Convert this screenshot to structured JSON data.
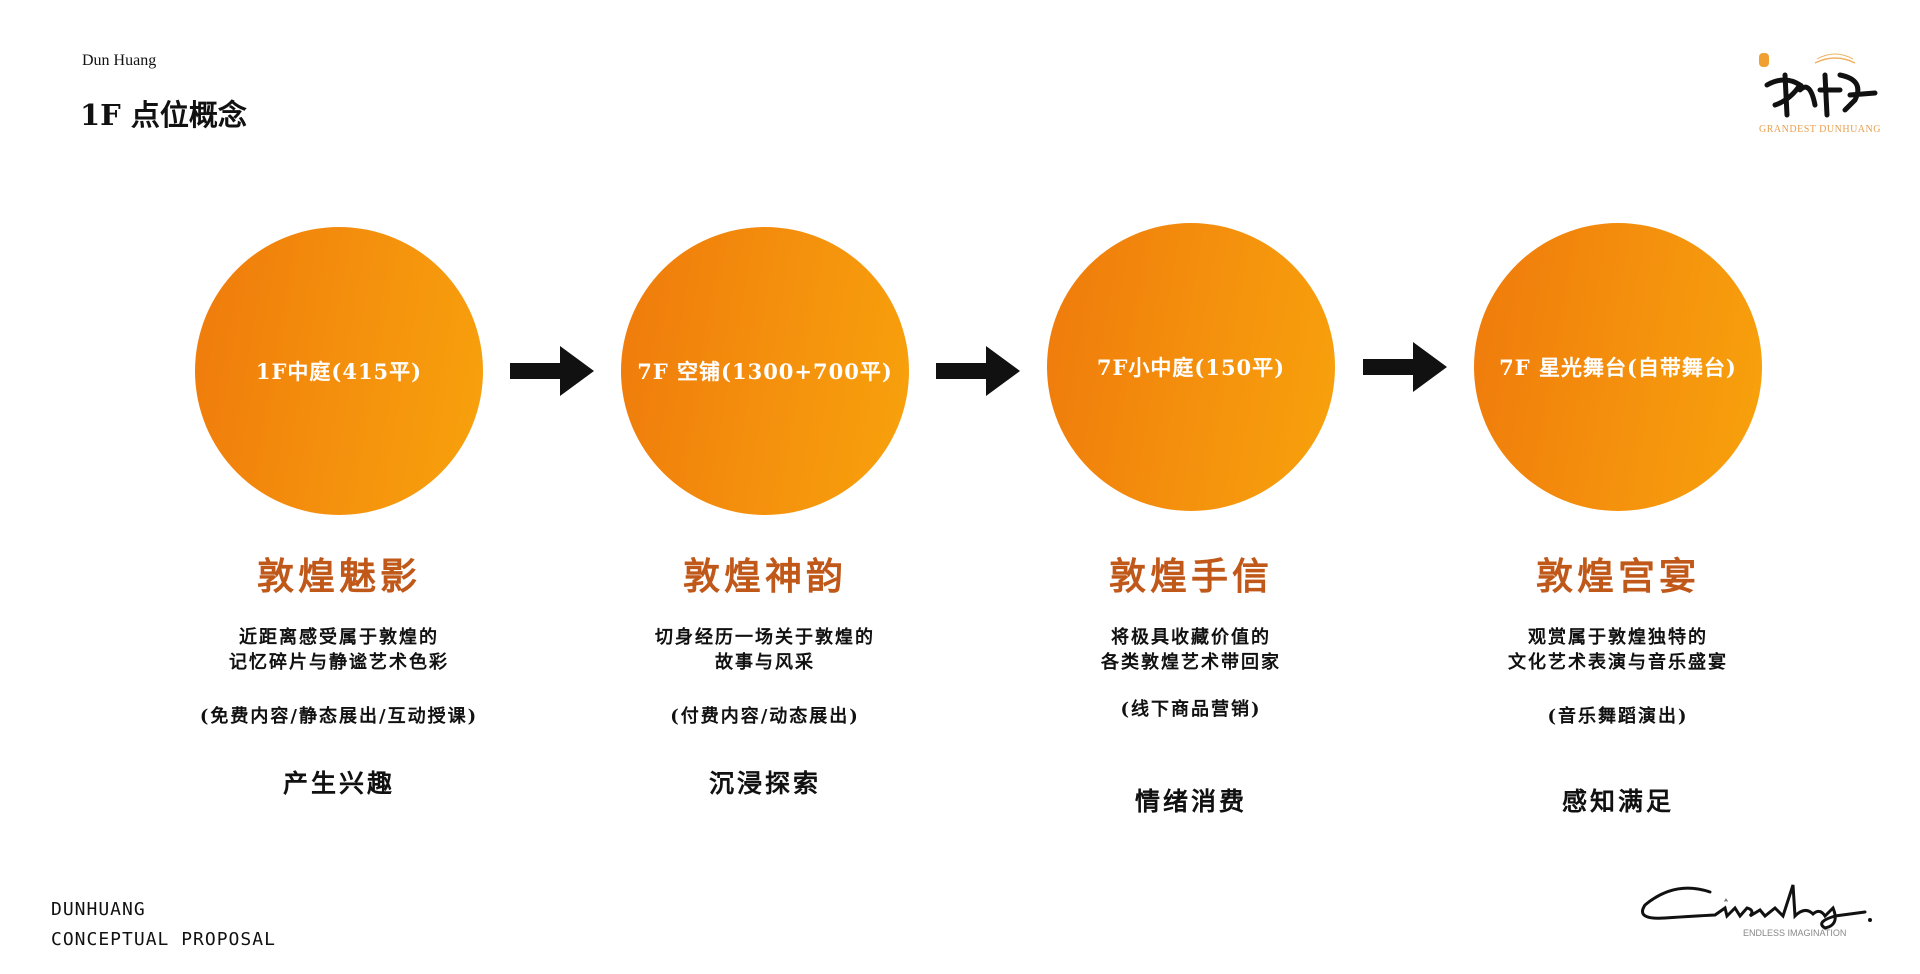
{
  "header": {
    "brand": "Dun Huang",
    "title": "1F 点位概念"
  },
  "logo_top": {
    "text": "敦煌",
    "tagline": "GRANDEST DUNHUANG"
  },
  "logo_bottom": {
    "text": "Cinerloy.",
    "tagline": "ENDLESS IMAGINATION"
  },
  "footer": {
    "line1": "DUNHUANG",
    "line2": "CONCEPTUAL PROPOSAL"
  },
  "stages": [
    {
      "circle": "1F中庭(415平)",
      "title": "敦煌魅影",
      "desc1": "近距离感受属于敦煌的",
      "desc2": "记忆碎片与静谧艺术色彩",
      "paren": "(免费内容/静态展出/互动授课)",
      "phrase": "产生兴趣"
    },
    {
      "circle": "7F 空铺(1300+700平)",
      "title": "敦煌神韵",
      "desc1": "切身经历一场关于敦煌的",
      "desc2": "故事与风采",
      "paren": "(付费内容/动态展出)",
      "phrase": "沉浸探索"
    },
    {
      "circle": "7F小中庭(150平)",
      "title": "敦煌手信",
      "desc1": "将极具收藏价值的",
      "desc2": "各类敦煌艺术带回家",
      "paren": "(线下商品营销)",
      "phrase": "情绪消费"
    },
    {
      "circle": "7F 星光舞台(自带舞台)",
      "title": "敦煌宫宴",
      "desc1": "观赏属于敦煌独特的",
      "desc2": "文化艺术表演与音乐盛宴",
      "paren": "(音乐舞蹈演出)",
      "phrase": "感知满足"
    }
  ]
}
